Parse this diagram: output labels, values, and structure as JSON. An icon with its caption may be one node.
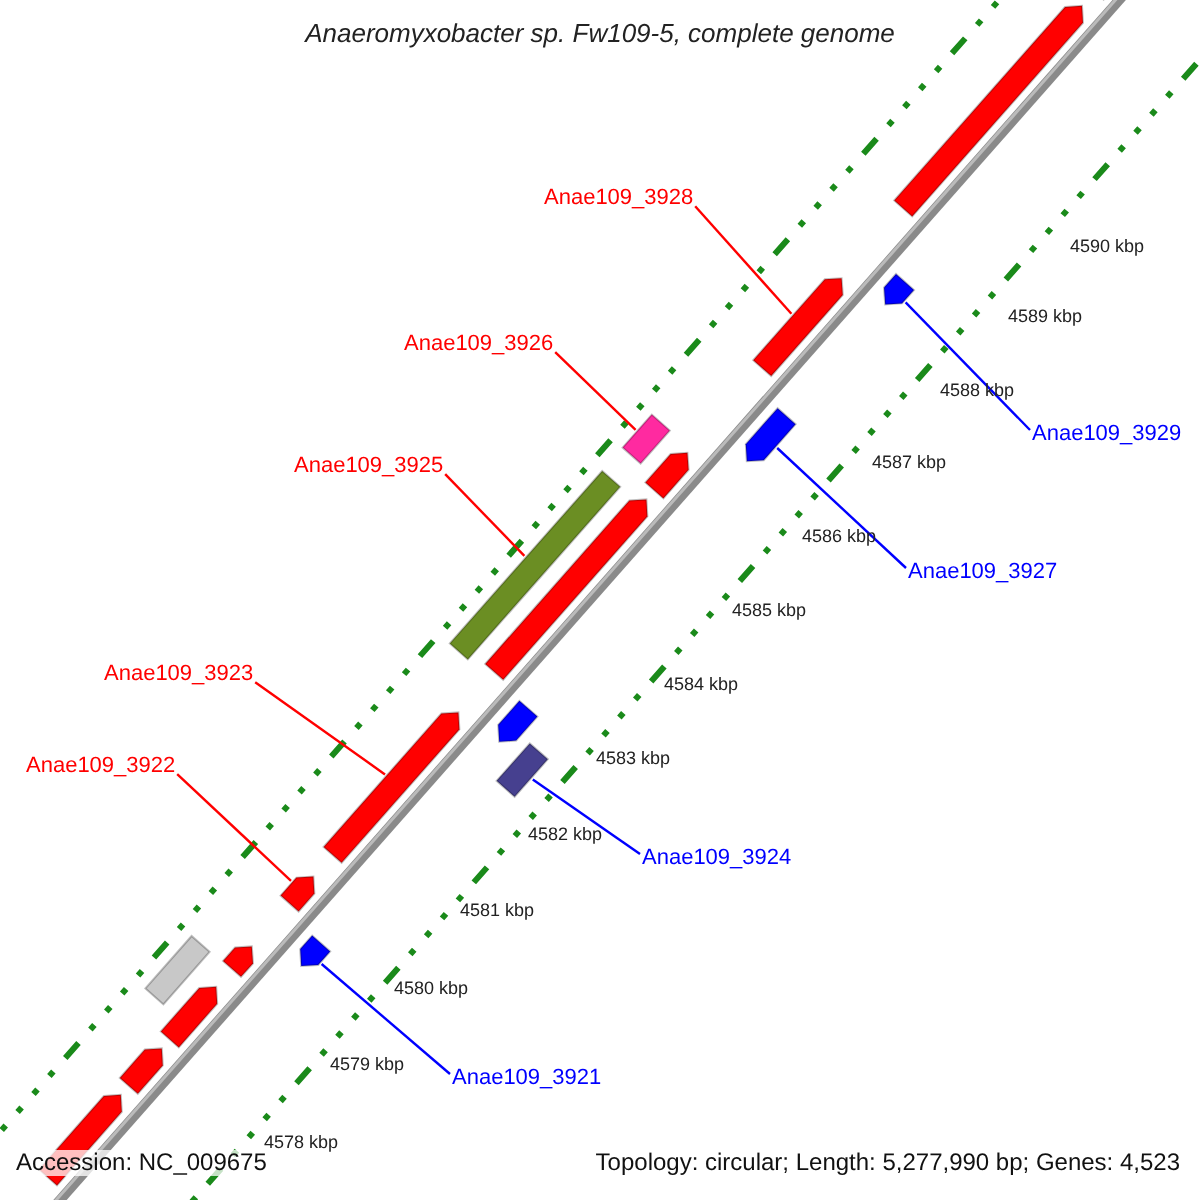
{
  "diagram": {
    "title": "Anaeromyxobacter sp. Fw109-5, complete genome",
    "nodes": [
      {
        "text": [
          "Anae109_3928"
        ]
      },
      {
        "text": [
          "Anae109_3926"
        ]
      },
      {
        "text": [
          "Anae109_3925"
        ]
      },
      {
        "text": [
          "Anae109_3929"
        ]
      },
      {
        "text": [
          "Anae109_3927"
        ]
      },
      {
        "text": [
          "Anae109_3923"
        ]
      },
      {
        "text": [
          "Anae109_3922"
        ]
      },
      {
        "text": [
          "Anae109_3924"
        ]
      },
      {
        "text": [
          "Anae109_3921"
        ]
      },
      {
        "text": [],
        "shape": "arrow"
      },
      {
        "text": [],
        "shape": "arrow"
      },
      {
        "text": [],
        "shape": "arrow"
      },
      {
        "text": [],
        "shape": "arrow"
      },
      {
        "text": [],
        "shape": "arrow"
      },
      {
        "text": [],
        "shape": "bar"
      },
      {
        "text": [],
        "shape": "arrow"
      },
      {
        "text": [],
        "shape": "arrow"
      },
      {
        "text": [],
        "shape": "bar"
      },
      {
        "text": [],
        "shape": "arrow"
      },
      {
        "text": [],
        "shape": "bar"
      },
      {
        "text": [],
        "shape": "arrow"
      },
      {
        "text": [],
        "shape": "arrow"
      },
      {
        "text": [],
        "shape": "arrow"
      },
      {
        "text": [],
        "shape": "arrow"
      },
      {
        "text": [],
        "shape": "bar"
      },
      {
        "text": [],
        "shape": "arrow"
      },
      {
        "text": [],
        "shape": "arrow"
      },
      {
        "text": [],
        "shape": "arrow"
      }
    ],
    "edges": [
      {
        "from": 0,
        "to": 12,
        "arrow": "none"
      },
      {
        "from": 1,
        "to": 14,
        "arrow": "none"
      },
      {
        "from": 2,
        "to": 17,
        "arrow": "none"
      },
      {
        "from": 3,
        "to": 11,
        "arrow": "none",
        "color": "#0000ff"
      },
      {
        "from": 4,
        "to": 13,
        "arrow": "none",
        "color": "#0000ff"
      },
      {
        "from": 5,
        "to": 20,
        "arrow": "none"
      },
      {
        "from": 6,
        "to": 21,
        "arrow": "none"
      },
      {
        "from": 7,
        "to": 19,
        "arrow": "none",
        "color": "#0000ff"
      },
      {
        "from": 8,
        "to": 22,
        "arrow": "none",
        "color": "#0000ff"
      }
    ],
    "labels": [
      "4590 kbp",
      "4589 kbp",
      "4588 kbp",
      "4587 kbp",
      "4586 kbp",
      "4585 kbp",
      "4584 kbp",
      "4583 kbp",
      "4582 kbp",
      "4581 kbp",
      "4580 kbp",
      "4579 kbp",
      "4578 kbp",
      "Accession: NC_009675",
      "Topology: circular; Length: 5,277,990 bp; Genes: 4,523"
    ]
  }
}
